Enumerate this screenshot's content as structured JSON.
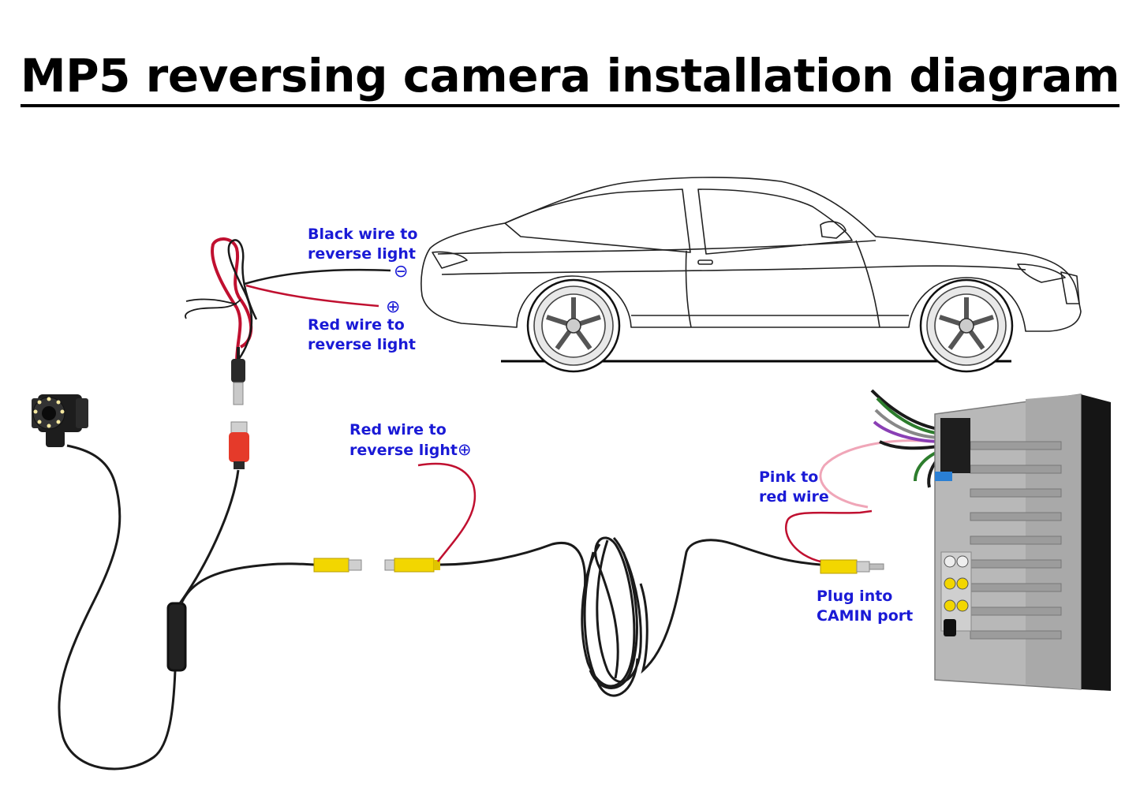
{
  "title": "MP5 reversing camera installation diagram",
  "labels": {
    "black_wire_line1": "Black wire to",
    "black_wire_line2": "reverse light",
    "red_wire_top_line1": "Red wire to",
    "red_wire_top_line2": "reverse light",
    "red_wire_mid_line1": "Red wire to",
    "red_wire_mid_line2": "reverse light",
    "pink_line1": "Pink to",
    "pink_line2": "red wire",
    "plug_line1": "Plug into",
    "plug_line2": "CAMIN port"
  },
  "symbols": {
    "minus": "⊖",
    "plus": "⊕"
  },
  "colors": {
    "label_blue": "#1a1ad6",
    "wire_red": "#c01030",
    "wire_black": "#1a1a1a",
    "rca_yellow": "#f2d600",
    "connector_red": "#e53a2a",
    "head_unit_gray": "#b8b8b8"
  }
}
